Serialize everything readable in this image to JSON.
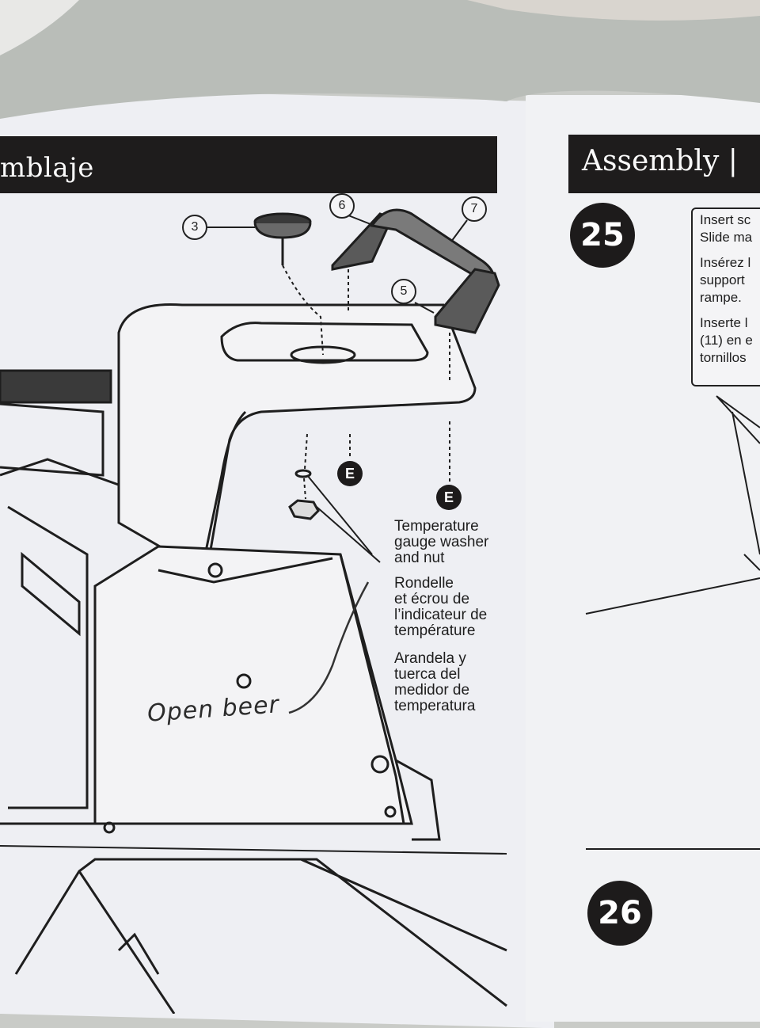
{
  "left_page": {
    "header": "mblaje",
    "parts": [
      "3",
      "6",
      "7",
      "5"
    ],
    "fastener_label": "E",
    "captions": {
      "english": [
        "Temperature",
        "gauge washer",
        "and nut"
      ],
      "french": [
        "Rondelle",
        "et écrou de",
        "l’indicateur de",
        "température"
      ],
      "spanish": [
        "Arandela y",
        "tuerca del",
        "medidor de",
        "temperatura"
      ]
    },
    "handwritten_note": "Open beer"
  },
  "right_page": {
    "header": "Assembly |",
    "steps": [
      "25",
      "26"
    ],
    "instructions": [
      "Insert sc",
      "Slide ma",
      "Insérez l",
      "support",
      "rampe.",
      "Inserte l",
      "(11) en e",
      "tornillos"
    ]
  }
}
